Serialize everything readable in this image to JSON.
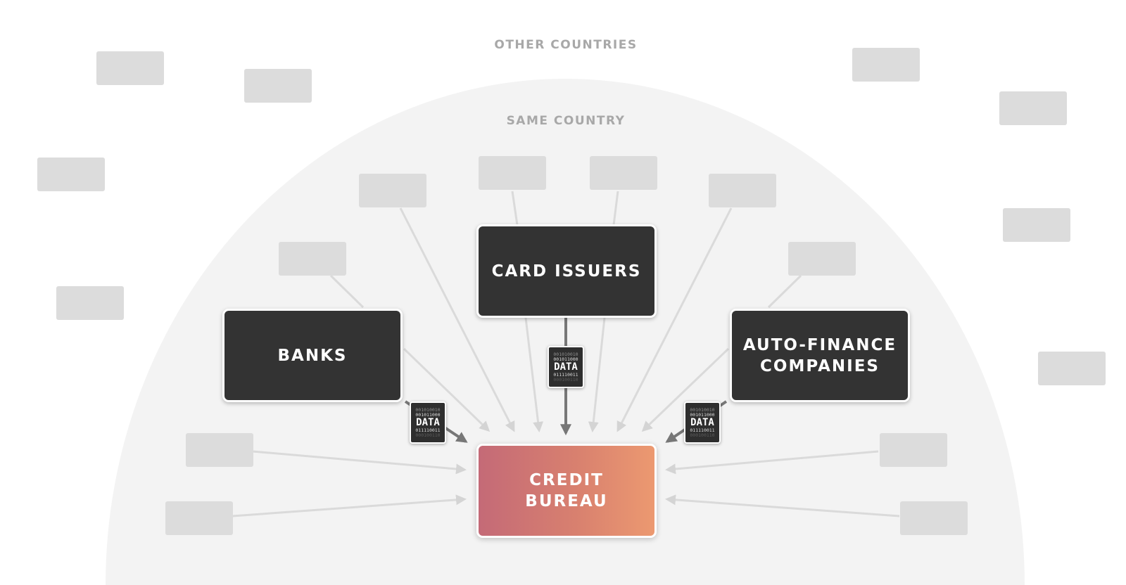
{
  "zones": {
    "outer_label": "OTHER COUNTRIES",
    "inner_label": "SAME COUNTRY"
  },
  "sources": {
    "banks": "BANKS",
    "card_issuers": "CARD ISSUERS",
    "auto_finance_line1": "AUTO-FINANCE",
    "auto_finance_line2": "COMPANIES"
  },
  "target": {
    "line1": "CREDIT",
    "line2": "BUREAU"
  },
  "data_chip": {
    "label": "DATA",
    "bits": [
      "001010010",
      "001011000",
      "011110011",
      "000100110"
    ]
  },
  "colors": {
    "dark_box": "#333333",
    "placeholder_box": "#dcdcdc",
    "semicircle": "#f3f3f3",
    "flow_arrow": "#777777",
    "faint_arrow": "#dadada",
    "bureau_gradient_start": "#c46a77",
    "bureau_gradient_end": "#ec9970"
  }
}
